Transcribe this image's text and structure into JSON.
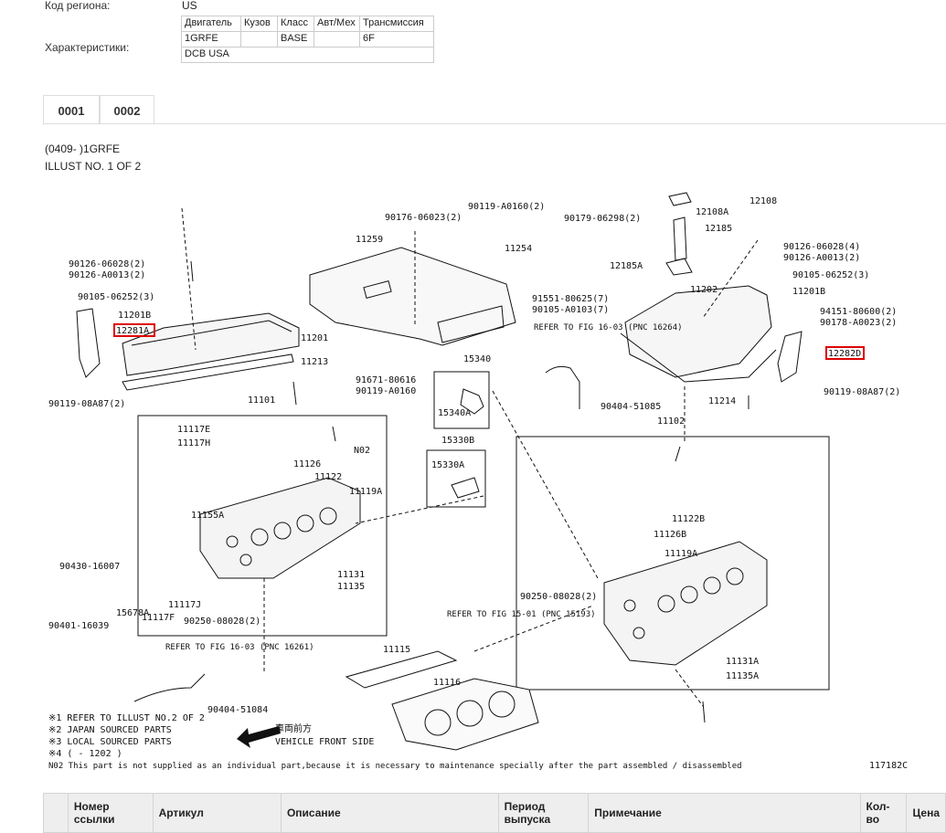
{
  "vehicle": {
    "region_label": "Код региона:",
    "region_value": "US",
    "spec_label": "Характеристики:",
    "spec_headers": [
      "Двигатель",
      "Кузов",
      "Класс",
      "Авт/Мех",
      "Трансмиссия"
    ],
    "spec_row1": [
      "1GRFE",
      "",
      "BASE",
      "",
      "6F"
    ],
    "spec_row2": "DCB USA"
  },
  "tabs": [
    {
      "label": "0001",
      "active": true
    },
    {
      "label": "0002",
      "active": false
    }
  ],
  "illustration": {
    "line1": "(0409- )1GRFE",
    "line2": "ILLUST NO. 1 OF 2",
    "footnotes": [
      "※1 REFER TO ILLUST NO.2 OF 2",
      "※2 JAPAN SOURCED PARTS",
      "※3 LOCAL SOURCED PARTS",
      "※4 (    - 1202 )",
      "N02 This part is not supplied as an individual part,because it is necessary to maintenance specially after the part assembled / disassembled"
    ],
    "direction_jp": "車両前方",
    "direction_en": "VEHICLE FRONT SIDE",
    "illust_code": "117182C",
    "highlighted": [
      "12281A",
      "12282D"
    ],
    "labels": [
      "12108",
      "12108A",
      "12185",
      "12185A",
      "90179-06298(2)",
      "11202",
      "11201B",
      "11214",
      "11102",
      "12282D",
      "94151-80600(2)",
      "90178-A0023(2)",
      "90119-08A87(2)",
      "90126-06028(4)",
      "90126-A0013(2)",
      "90105-06252(3)",
      "11259",
      "90176-06023(2)",
      "90119-A0160(2)",
      "11254",
      "91551-80625(7)",
      "90105-A0103(7)",
      "11201",
      "11213",
      "12281A",
      "11201B",
      "90105-06252(3)",
      "90126-06028(2)",
      "90126-A0013(2)",
      "90119-08A87(2)",
      "15340",
      "15340A",
      "91671-80616",
      "90119-A0160",
      "15330B",
      "15330A",
      "11101",
      "11117E",
      "11117H",
      "N02",
      "11126",
      "11122",
      "11119A",
      "11155A",
      "90430-16007",
      "15678A",
      "90401-16039",
      "11117F",
      "11117J",
      "90250-08028(2)",
      "11131",
      "11135",
      "11115",
      "11116",
      "90404-51084",
      "90404-51085",
      "REFER TO FIG 16-03 (PNC 16261)",
      "REFER TO FIG 16-03 (PNC 16264)",
      "REFER TO FIG 15-01 (PNC 15193)",
      "11126B",
      "11122B",
      "11119A",
      "11131A",
      "11135A",
      "90250-08028(2)"
    ]
  },
  "parts_table": {
    "headers": [
      "Номер ссылки",
      "Артикул",
      "Описание",
      "Период выпуска",
      "Примечание",
      "Кол-во",
      "Цена"
    ]
  }
}
